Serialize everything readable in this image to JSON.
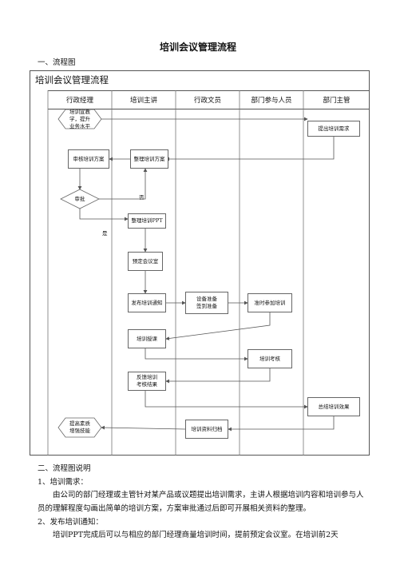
{
  "doc": {
    "title": "培训会议管理流程",
    "section1": "一、流程图",
    "section2": "二、流程图说明",
    "item1": "1、培训需求：",
    "item1_text": "由公司的部门经理或主管针对某产品或议题提出培训需求，主讲人根据培训内容和培训参与人员的理解程度勾画出简单的培训方案，方案审批通过后即可开展相关资料的整理。",
    "item2": "2、发布培训通知：",
    "item2_text": "培训PPT完成后可以与相应的部门经理商量培训时间，提前预定会议室。在培训前2天"
  },
  "chart": {
    "title": "培训会议管理流程",
    "lanes": [
      "行政经理",
      "培训主讲",
      "行政文员",
      "部门参与人员",
      "部门主管"
    ],
    "nodes": {
      "start": "培训宣教\n学，提升\n业务水平",
      "demand": "提出培训需求",
      "plan": "整理培训方案",
      "review": "审核培训方案",
      "approve": "审批",
      "ppt": "整理培训PPT",
      "room": "预定会议室",
      "notice": "发布培训通知",
      "equip": "设备准备\n签到准备",
      "attend": "准时参加培训",
      "lecture": "培训授课",
      "exam": "培训考核",
      "feedback": "反馈培训\n考核结果",
      "summary": "总结培训效果",
      "archive": "培训资料归档",
      "end": "提高素质\n增强技能"
    },
    "labels": {
      "no": "否",
      "yes": "是"
    }
  }
}
